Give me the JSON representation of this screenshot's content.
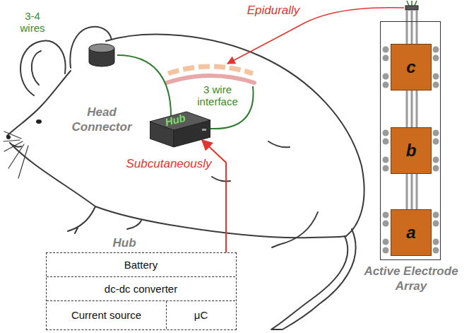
{
  "diagram": {
    "nodes": [
      {
        "text": [
          "Head Connector"
        ]
      },
      {
        "text": [
          "Hub"
        ]
      },
      {
        "text": [
          "Active Electrode Array"
        ]
      },
      {
        "text": [
          "c"
        ],
        "in": 2
      },
      {
        "text": [
          "b"
        ],
        "in": 2
      },
      {
        "text": [
          "a"
        ],
        "in": 2
      },
      {
        "text": [
          "Hub"
        ]
      },
      {
        "text": [
          "Battery"
        ],
        "in": 6
      },
      {
        "text": [
          "dc-dc converter"
        ],
        "in": 6
      },
      {
        "text": [
          "Current source"
        ],
        "in": 6
      },
      {
        "text": [
          "μC"
        ],
        "in": 6
      }
    ],
    "edges": [
      {
        "from": 0,
        "to": 1,
        "arrow": "none"
      },
      {
        "from": 6,
        "to": 1,
        "arrow": "to"
      }
    ],
    "labels": [
      "3-4 wires",
      "Epidurally",
      "3 wire interface",
      "Subcutaneously"
    ]
  }
}
